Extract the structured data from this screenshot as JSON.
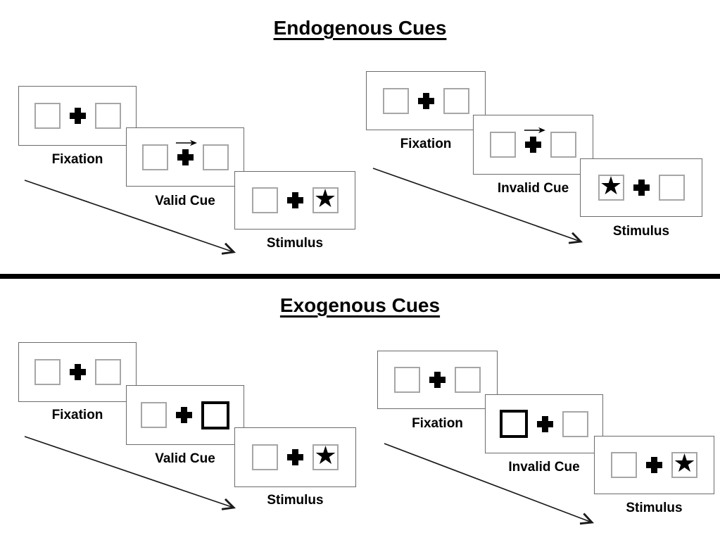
{
  "titles": {
    "endogenous": "Endogenous Cues",
    "exogenous": "Exogenous Cues"
  },
  "icons": {
    "star": "★",
    "cue_arrow": "right-arrow",
    "fixation_cross": "plus"
  },
  "colors": {
    "panel_border": "#6b6b6b",
    "square_border": "#a6a6a6",
    "cue_square_border": "#000000",
    "divider": "#000000",
    "text": "#000000",
    "background": "#ffffff"
  },
  "sections": [
    {
      "title": "Endogenous Cues",
      "cue_style": "central arrow above fixation cross",
      "trials": [
        {
          "name": "valid-trial",
          "cue_arrow_direction": "right",
          "star_position": "right",
          "panels": [
            {
              "label": "Fixation"
            },
            {
              "label": "Valid Cue"
            },
            {
              "label": "Stimulus"
            }
          ]
        },
        {
          "name": "invalid-trial",
          "cue_arrow_direction": "right",
          "star_position": "left",
          "panels": [
            {
              "label": "Fixation"
            },
            {
              "label": "Invalid Cue"
            },
            {
              "label": "Stimulus"
            }
          ]
        }
      ]
    },
    {
      "title": "Exogenous Cues",
      "cue_style": "peripheral box brightening (thick black box)",
      "trials": [
        {
          "name": "valid-trial",
          "highlighted_box": "right",
          "star_position": "right",
          "panels": [
            {
              "label": "Fixation"
            },
            {
              "label": "Valid Cue"
            },
            {
              "label": "Stimulus"
            }
          ]
        },
        {
          "name": "invalid-trial",
          "highlighted_box": "left",
          "star_position": "right",
          "panels": [
            {
              "label": "Fixation"
            },
            {
              "label": "Invalid Cue"
            },
            {
              "label": "Stimulus"
            }
          ]
        }
      ]
    }
  ]
}
